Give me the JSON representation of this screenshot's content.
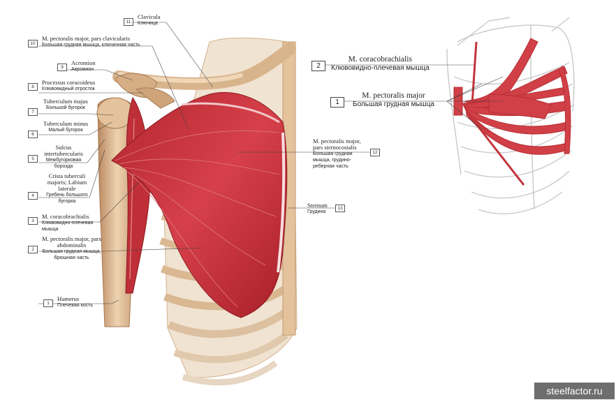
{
  "left_figure": {
    "labels": [
      {
        "num": "11",
        "latin": "Clavicula",
        "russian": "Ключица"
      },
      {
        "num": "10",
        "latin": "M. pectoralis major, pars clavicularis",
        "russian": "Большая грудная мышца, ключичная часть"
      },
      {
        "num": "9",
        "latin": "Acromion",
        "russian": "Акромион"
      },
      {
        "num": "8",
        "latin": "Processus coracoideus",
        "russian": "Клювовидный отросток"
      },
      {
        "num": "7",
        "latin": "Tuberculum majus",
        "russian": "Большой бугорок"
      },
      {
        "num": "6",
        "latin": "Tuberculum minus",
        "russian": "Малый бугорок"
      },
      {
        "num": "5",
        "latin": "Sulcus intertubercularis",
        "russian": "Межбугорковая борозда"
      },
      {
        "num": "4",
        "latin": "Crista tuberculi majoris; Labium laterale",
        "russian": "Гребень большого бугорка"
      },
      {
        "num": "3",
        "latin": "M. coracobrachialis",
        "russian": "Клювовидно-плечевая мышца"
      },
      {
        "num": "2",
        "latin": "M. pectoralis major, pars abdominalis",
        "russian": "Большая грудная мышца, брюшная часть"
      },
      {
        "num": "1",
        "latin": "Humerus",
        "russian": "Плечевая кость"
      },
      {
        "num": "12",
        "latin": "M. pectoralis major, pars sternocostalis",
        "russian": "Большая грудная мышца, грудино-реберная часть"
      },
      {
        "num": "13",
        "latin": "Sternum",
        "russian": "Грудина"
      }
    ]
  },
  "right_figure": {
    "labels": [
      {
        "num": "2",
        "latin": "M. coracobrachialis",
        "russian": "Клювовидно-плечевая мышца"
      },
      {
        "num": "1",
        "latin": "M. pectoralis major",
        "russian": "Большая грудная мышца"
      }
    ]
  },
  "watermark": "steelfactor.ru",
  "colors": {
    "muscle": "#c8323a",
    "muscle_dark": "#9e1f28",
    "bone": "#e6c7a3",
    "bone_shadow": "#c79b74",
    "sketch": "#c9c9c9",
    "leader": "#444444"
  }
}
